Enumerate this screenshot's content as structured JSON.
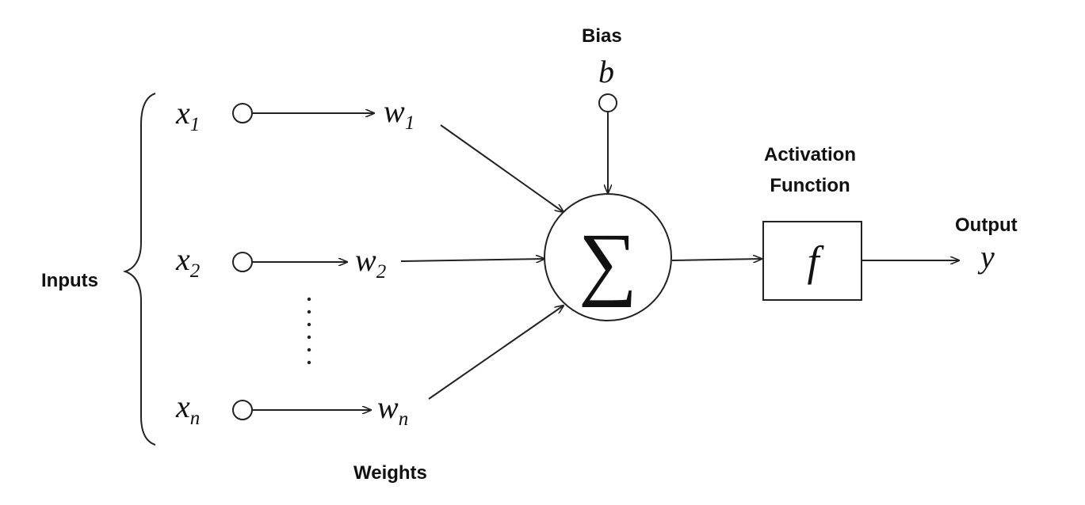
{
  "labels": {
    "inputs": "Inputs",
    "weights": "Weights",
    "bias": "Bias",
    "activation_line1": "Activation",
    "activation_line2": "Function",
    "output": "Output"
  },
  "inputs": [
    {
      "base": "x",
      "sub": "1"
    },
    {
      "base": "x",
      "sub": "2"
    },
    {
      "base": "x",
      "sub": "n"
    }
  ],
  "weights": [
    {
      "base": "w",
      "sub": "1"
    },
    {
      "base": "w",
      "sub": "2"
    },
    {
      "base": "w",
      "sub": "n"
    }
  ],
  "bias_symbol": "b",
  "summation_symbol": "∑",
  "activation_symbol": "f",
  "output_symbol": "y"
}
